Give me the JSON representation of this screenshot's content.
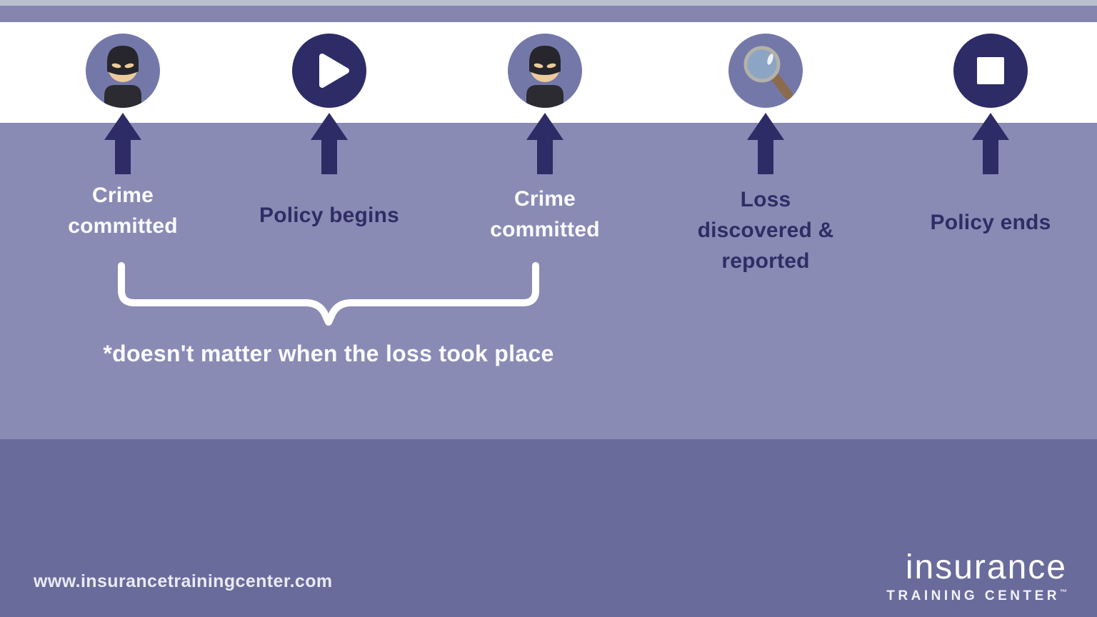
{
  "colors": {
    "top_strip": "#b9c0ce",
    "header_band": "#8486af",
    "white_band": "#ffffff",
    "main_band": "#8a8bb4",
    "bottom_band": "#696b9b",
    "navy_accent": "#2e2c66",
    "icon_circle_bg": "#7478a9",
    "white_text": "#fbfbfd"
  },
  "timeline": {
    "items": [
      {
        "id": "crime-1",
        "icon": "burglar-icon",
        "lines": [
          "Crime",
          "committed"
        ],
        "label_color": "white"
      },
      {
        "id": "policy-begins",
        "icon": "play-icon",
        "lines": [
          "Policy begins"
        ],
        "label_color": "navy"
      },
      {
        "id": "crime-2",
        "icon": "burglar-icon",
        "lines": [
          "Crime",
          "committed"
        ],
        "label_color": "white"
      },
      {
        "id": "loss-discovered",
        "icon": "magnifying-glass-icon",
        "lines": [
          "Loss",
          "discovered &",
          "reported"
        ],
        "label_color": "navy"
      },
      {
        "id": "policy-ends",
        "icon": "stop-icon",
        "lines": [
          "Policy ends"
        ],
        "label_color": "navy"
      }
    ]
  },
  "annotation": {
    "note": "*doesn't matter when the loss took place"
  },
  "footer": {
    "website": "www.insurancetrainingcenter.com",
    "logo": {
      "line1": "insurance",
      "line2": "TRAINING CENTER",
      "trademark": "™"
    }
  }
}
